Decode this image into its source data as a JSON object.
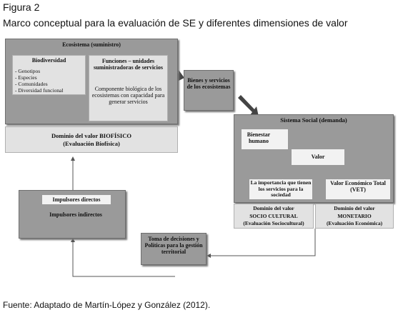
{
  "figure": {
    "label": "Figura 2",
    "title": "Marco conceptual para la evaluación  de SE y diferentes dimensiones de valor",
    "source": "Fuente: Adaptado de Martín-López y González (2012)."
  },
  "ecosistema": {
    "title": "Ecosistema (suministro)",
    "biodiversidad": {
      "title": "Biodiversidad",
      "items": [
        "- Genotipos",
        "- Especies",
        "- Comunidades",
        "- Diversidad funcional"
      ]
    },
    "funciones": {
      "title": "Funciones – unidades suministradoras de servicios",
      "desc": "Componente biológica de los  ecosistemas con capacidad para generar servicios"
    }
  },
  "dominio_biofisico": {
    "line1": "Dominio del valor BIOFÍSICO",
    "line2": "(Evaluación Biofísica)"
  },
  "bienes": {
    "text": "Bienes y servicios de los ecosistemas"
  },
  "sistema_social": {
    "title": "Sistema Social (demanda)",
    "bienestar": "Bienestar humano",
    "valor": "Valor",
    "importancia": "La importancia que tienen los servicios para la sociedad",
    "vet": "Valor Económico Total (VET)"
  },
  "dominio_sociocultural": {
    "line1": "Dominio del valor",
    "line2": "SOCIO CULTURAL",
    "line3": "(Evaluación Sociocultural)"
  },
  "dominio_monetario": {
    "line1": "Dominio del valor",
    "line2": "MONETARIO",
    "line3": "(Evaluación Económica)"
  },
  "impulsores": {
    "directos": "Impulsores directos",
    "indirectos": "Impulsores indirectos"
  },
  "toma_decisiones": {
    "text": "Toma de  decisiones y Políticas para la gestión territorial"
  }
}
